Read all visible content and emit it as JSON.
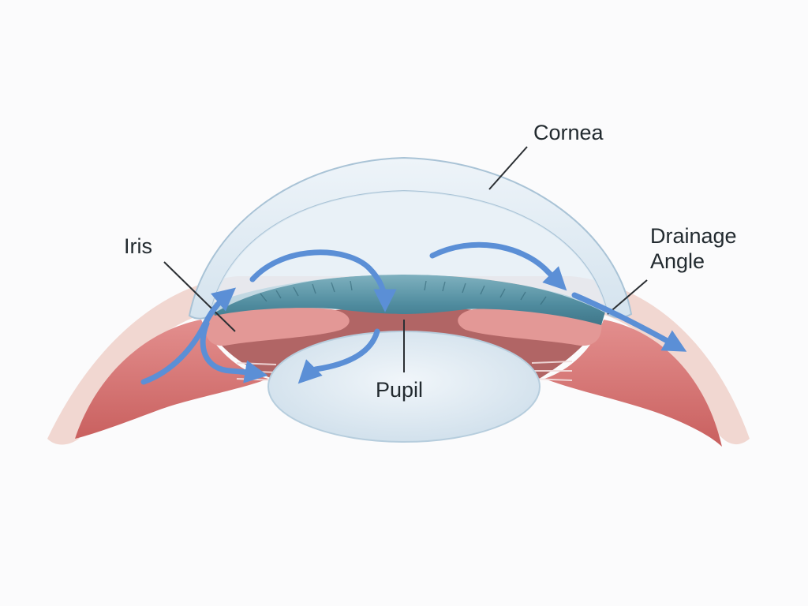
{
  "labels": {
    "cornea": "Cornea",
    "iris": "Iris",
    "pupil": "Pupil",
    "drainage_line1": "Drainage",
    "drainage_line2": "Angle"
  },
  "colors": {
    "background": "#fbfbfc",
    "sclera_outer": "#f1d7d1",
    "ciliary_body": "#d9787a",
    "iris": "#e08e8c",
    "iris_dark": "#a85454",
    "cornea": "#dbe8f1",
    "cornea_edge": "#a9c3d6",
    "lens": "#dfeaf3",
    "trabecular_band": "#5e99ab",
    "flow_arrow": "#5b8fd6",
    "leader_line": "#2b2f33",
    "label_text": "#222a2f"
  }
}
